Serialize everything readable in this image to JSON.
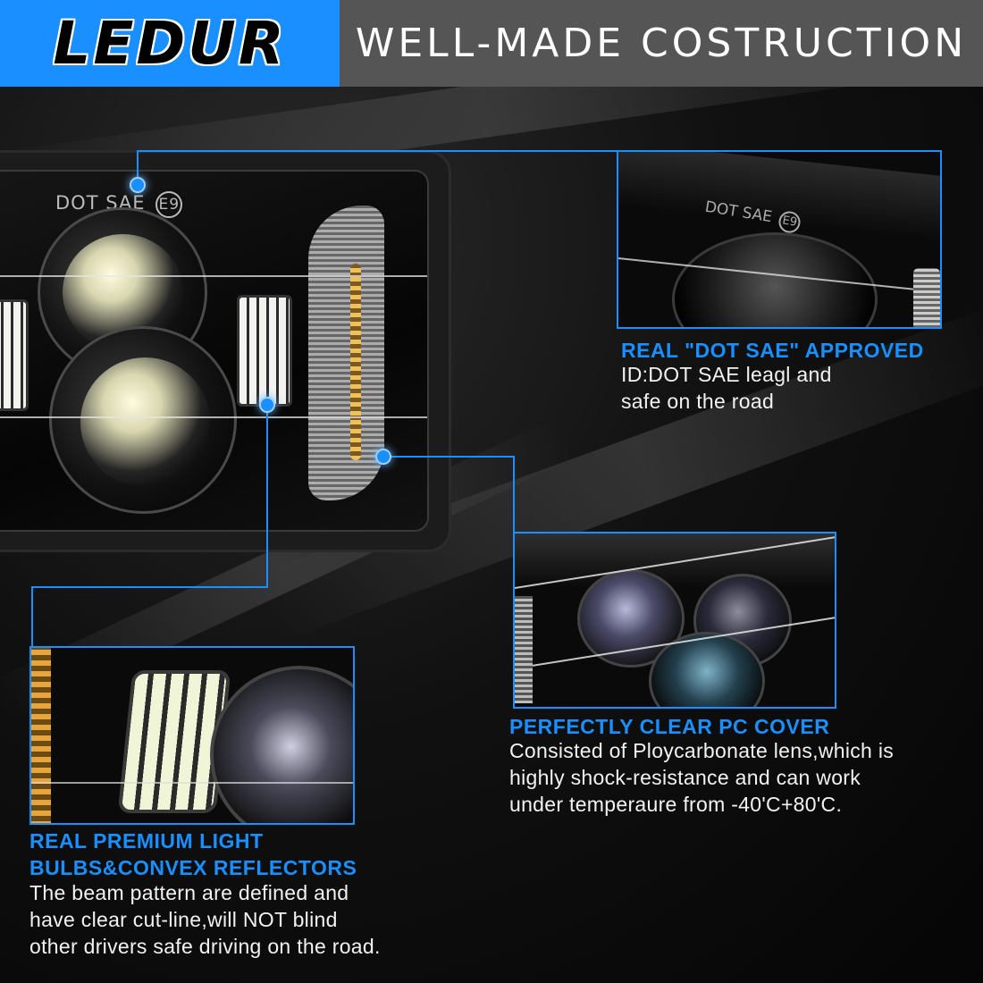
{
  "header": {
    "brand": "LEDUR",
    "title": "WELL-MADE COSTRUCTION"
  },
  "lamp": {
    "marking_text": "DOT SAE",
    "marking_badge": "E9"
  },
  "callouts": [
    {
      "title": "REAL \"DOT SAE\" APPROVED",
      "lines": [
        "ID:DOT SAE leagl and",
        "safe on the road"
      ],
      "photo_marking": "DOT SAE",
      "photo_badge": "E9"
    },
    {
      "title": "PERFECTLY CLEAR PC COVER",
      "lines": [
        "Consisted of Ploycarbonate lens,which is",
        "highly shock-resistance and can work",
        "under temperaure from -40'C+80'C."
      ]
    },
    {
      "title_lines": [
        "REAL PREMIUM LIGHT",
        "BULBS&CONVEX REFLECTORS"
      ],
      "lines": [
        "The beam pattern are defined and",
        "have clear cut-line,will NOT blind",
        "other drivers safe driving on the road."
      ]
    }
  ],
  "colors": {
    "accent": "#1a8fff",
    "header_grey": "#555555",
    "background": "#000000"
  }
}
